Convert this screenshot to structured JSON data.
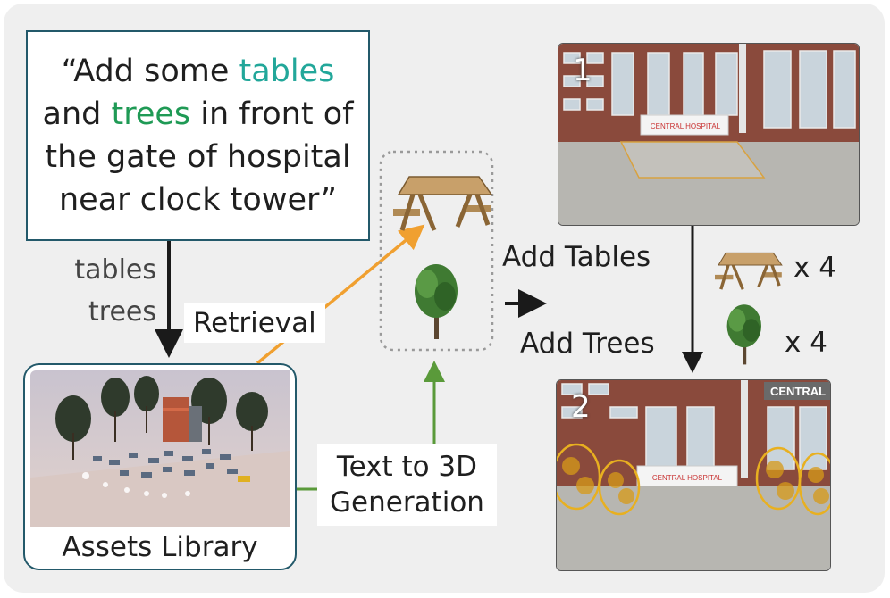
{
  "prompt": {
    "open_quote": "“Add some ",
    "word_tables": "tables",
    "mid1": " and ",
    "word_trees": "trees",
    "tail": " in front of the gate of hospital near clock tower”"
  },
  "query_labels": {
    "tables": "tables",
    "trees": "trees"
  },
  "retrieval_label": "Retrieval",
  "text_to_3d_label": {
    "line1": "Text to 3D",
    "line2": "Generation"
  },
  "assets_library_label": "Assets Library",
  "add_tables_label": "Add Tables",
  "add_trees_label": "Add Trees",
  "table_count": "x 4",
  "tree_count": "x 4",
  "scene1_number": "1",
  "scene2_number": "2",
  "scene2_sign": "CENTRAL",
  "hospital_sign": "CENTRAL HOSPITAL",
  "colors": {
    "panel": "#efefef",
    "box_border": "#23596a",
    "teal": "#22a79a",
    "green": "#1f9a55",
    "retrieval_arrow": "#f0a030",
    "generation_arrow": "#5a9a3a",
    "dark_arrow": "#1a1a1a"
  }
}
